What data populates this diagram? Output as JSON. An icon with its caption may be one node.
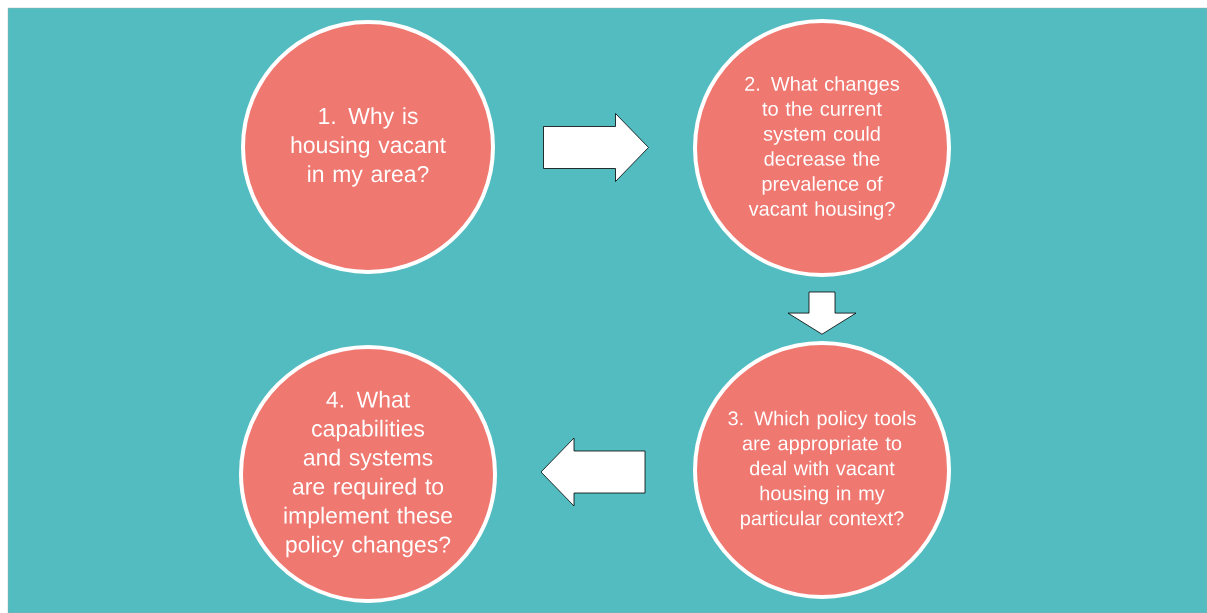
{
  "diagram": {
    "nodes": [
      {
        "text": [
          "1. Why is housing vacant in my area?"
        ]
      },
      {
        "text": [
          "2. What changes to the current system could decrease the prevalence of vacant housing?"
        ]
      },
      {
        "text": [
          "3. Which policy tools are appropriate to deal with vacant housing in my particular context?"
        ]
      },
      {
        "text": [
          "4. What capabilities and systems are required to implement these policy changes?"
        ]
      }
    ],
    "edges": [
      {
        "from": 0,
        "to": 1,
        "arrow": "to"
      },
      {
        "from": 1,
        "to": 2,
        "arrow": "to"
      },
      {
        "from": 2,
        "to": 3,
        "arrow": "to"
      }
    ]
  }
}
